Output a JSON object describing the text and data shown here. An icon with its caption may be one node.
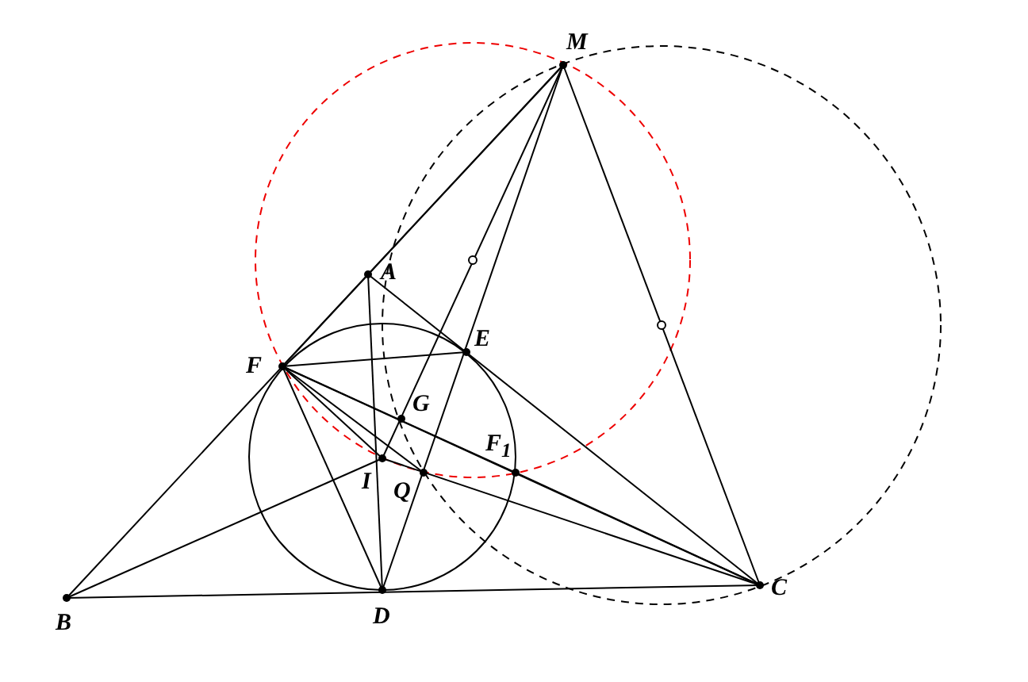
{
  "diagram": {
    "labels": [
      "M",
      "A",
      "E",
      "F",
      "G",
      "I",
      "Q",
      "F$_{1}$",
      "B",
      "D",
      "C"
    ]
  }
}
